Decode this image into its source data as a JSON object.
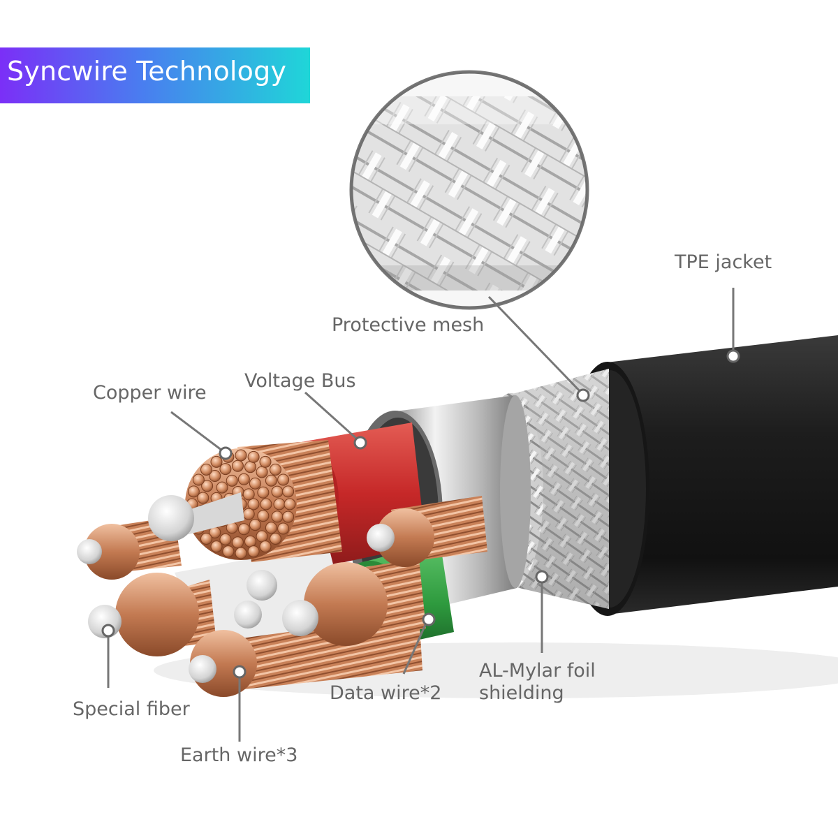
{
  "title": "Syncwire Technology",
  "labels": {
    "tpe_jacket": "TPE jacket",
    "protective_mesh": "Protective mesh",
    "voltage_bus": "Voltage Bus",
    "copper_wire": "Copper wire",
    "special_fiber": "Special fiber",
    "earth_wire": "Earth wire*3",
    "data_wire": "Data wire*2",
    "foil_line1": "AL-Mylar foil",
    "foil_line2": "shielding"
  },
  "colors": {
    "title_gradient_start": "#7b2ff7",
    "title_gradient_end": "#1fd6d8",
    "label_text": "#666666",
    "jacket": "#1c1c1c",
    "voltage_bus": "#c62828",
    "data_wire": "#2e9a3e",
    "copper": "#c9805a",
    "foil": "#c8c8c8"
  }
}
